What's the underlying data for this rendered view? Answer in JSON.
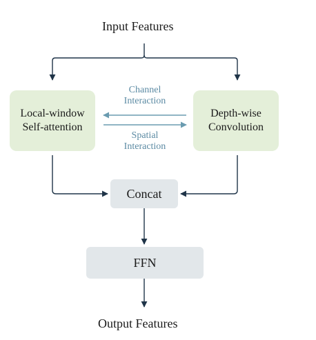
{
  "nodes": {
    "input": "Input Features",
    "local_attention": {
      "line1": "Local-window",
      "line2": "Self-attention"
    },
    "depthwise": {
      "line1": "Depth-wise",
      "line2": "Convolution"
    },
    "concat": "Concat",
    "ffn": "FFN",
    "output": "Output Features"
  },
  "interactions": {
    "channel": {
      "line1": "Channel",
      "line2": "Interaction"
    },
    "spatial": {
      "line1": "Spatial",
      "line2": "Interaction"
    }
  },
  "colors": {
    "module_fill": "#e4efd9",
    "block_fill": "#e2e7ea",
    "arrow_dark": "#1f3448",
    "arrow_interaction": "#6a9bb0",
    "interaction_text": "#5b8aa3"
  }
}
